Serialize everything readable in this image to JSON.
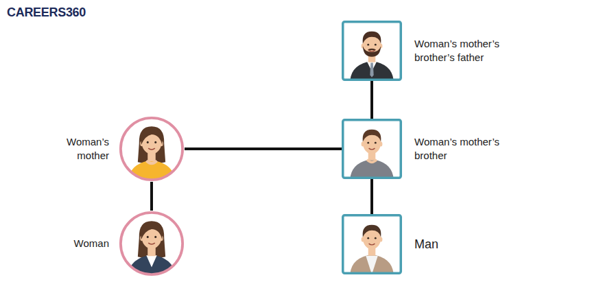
{
  "diagram": {
    "nodes": [
      {
        "text": [
          "Woman’s mother’s brother’s father"
        ]
      },
      {
        "text": [
          "Woman’s mother"
        ]
      },
      {
        "text": [
          "Woman’s mother’s brother"
        ]
      },
      {
        "text": [
          "Woman"
        ]
      },
      {
        "text": [
          "Man"
        ]
      }
    ],
    "edges": [
      {
        "from": 0,
        "to": 2,
        "arrow": "none"
      },
      {
        "from": 1,
        "to": 2,
        "arrow": "none"
      },
      {
        "from": 2,
        "to": 4,
        "arrow": "none"
      },
      {
        "from": 1,
        "to": 3,
        "arrow": "none"
      }
    ],
    "labels": [
      "CAREERS360"
    ]
  }
}
